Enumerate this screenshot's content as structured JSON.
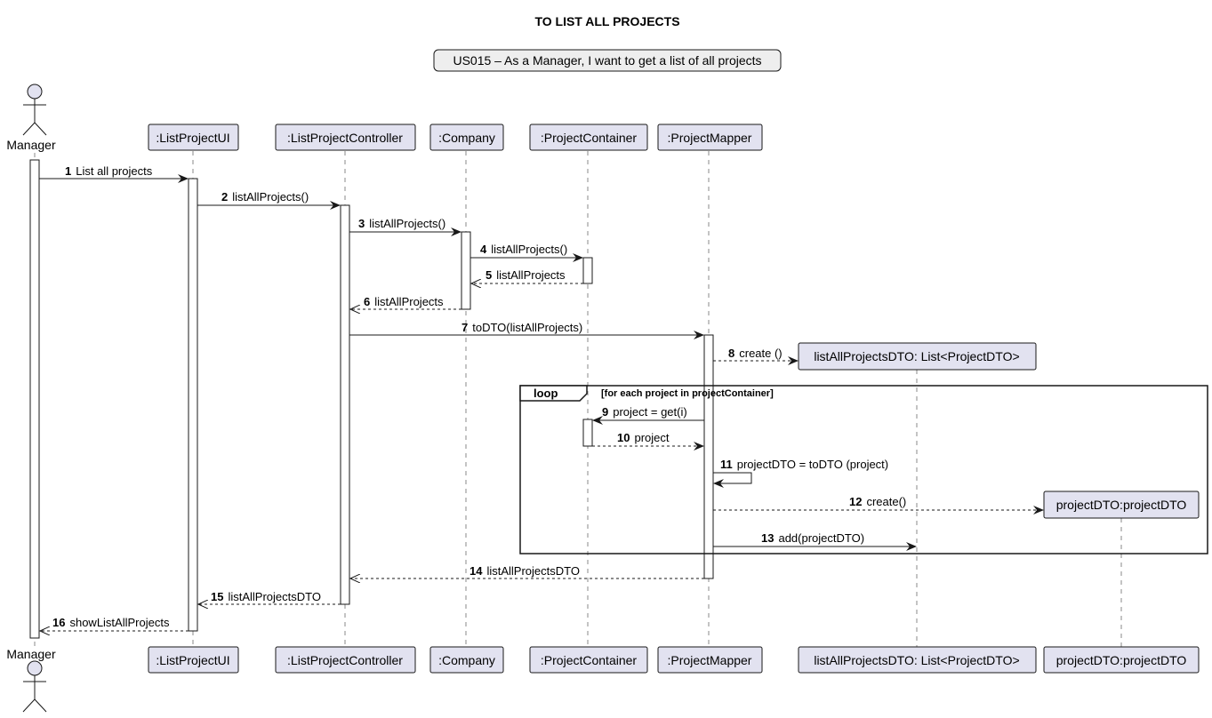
{
  "title": "TO LIST ALL PROJECTS",
  "note": "US015 – As a Manager, I want to get a list of all projects",
  "participants": [
    {
      "id": "actor",
      "label": "Manager",
      "kind": "actor"
    },
    {
      "id": "ui",
      "label": ":ListProjectUI",
      "kind": "box"
    },
    {
      "id": "ctrl",
      "label": ":ListProjectController",
      "kind": "box"
    },
    {
      "id": "company",
      "label": ":Company",
      "kind": "box"
    },
    {
      "id": "container",
      "label": ":ProjectContainer",
      "kind": "box"
    },
    {
      "id": "mapper",
      "label": ":ProjectMapper",
      "kind": "box"
    },
    {
      "id": "dtolist",
      "label": "listAllProjectsDTO: List<ProjectDTO>",
      "kind": "box"
    },
    {
      "id": "dto",
      "label": "projectDTO:projectDTO",
      "kind": "box"
    }
  ],
  "loop": {
    "keyword": "loop",
    "guard": "[for each project in projectContainer]"
  },
  "messages": [
    {
      "num": "1",
      "text": "List all projects",
      "from": "actor",
      "to": "ui",
      "style": "sync"
    },
    {
      "num": "2",
      "text": "listAllProjects()",
      "from": "ui",
      "to": "ctrl",
      "style": "sync"
    },
    {
      "num": "3",
      "text": "listAllProjects()",
      "from": "ctrl",
      "to": "company",
      "style": "sync"
    },
    {
      "num": "4",
      "text": "listAllProjects()",
      "from": "company",
      "to": "container",
      "style": "sync"
    },
    {
      "num": "5",
      "text": "listAllProjects",
      "from": "container",
      "to": "company",
      "style": "reply"
    },
    {
      "num": "6",
      "text": "listAllProjects",
      "from": "company",
      "to": "ctrl",
      "style": "reply"
    },
    {
      "num": "7",
      "text": "toDTO(listAllProjects)",
      "from": "ctrl",
      "to": "mapper",
      "style": "sync"
    },
    {
      "num": "8",
      "text": "create ()",
      "from": "mapper",
      "to": "dtolist",
      "style": "create"
    },
    {
      "num": "9",
      "text": "project = get(i)",
      "from": "mapper",
      "to": "container",
      "style": "sync"
    },
    {
      "num": "10",
      "text": "project",
      "from": "container",
      "to": "mapper",
      "style": "reply"
    },
    {
      "num": "11",
      "text": "projectDTO = toDTO (project)",
      "from": "mapper",
      "to": "mapper",
      "style": "self"
    },
    {
      "num": "12",
      "text": "create()",
      "from": "mapper",
      "to": "dto",
      "style": "create"
    },
    {
      "num": "13",
      "text": "add(projectDTO)",
      "from": "mapper",
      "to": "dtolist",
      "style": "sync"
    },
    {
      "num": "14",
      "text": "listAllProjectsDTO",
      "from": "mapper",
      "to": "ctrl",
      "style": "reply"
    },
    {
      "num": "15",
      "text": "listAllProjectsDTO",
      "from": "ctrl",
      "to": "ui",
      "style": "reply"
    },
    {
      "num": "16",
      "text": "showListAllProjects",
      "from": "ui",
      "to": "actor",
      "style": "reply"
    }
  ],
  "colors": {
    "participant_fill": "#e2e2f0",
    "note_fill": "#eeeeee",
    "line": "#181818",
    "lifeline": "#888888"
  }
}
